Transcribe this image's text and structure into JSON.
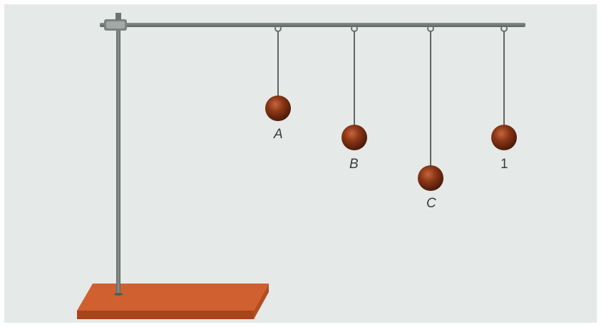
{
  "figure": {
    "pendulums": [
      {
        "id": "A",
        "label": "A"
      },
      {
        "id": "B",
        "label": "B"
      },
      {
        "id": "C",
        "label": "C"
      },
      {
        "id": "1",
        "label": "1"
      }
    ]
  },
  "colors": {
    "background": "#e5e9e8",
    "rod": "#6f7673",
    "base": "#cf5a2b",
    "ball": "#7a2e12"
  }
}
